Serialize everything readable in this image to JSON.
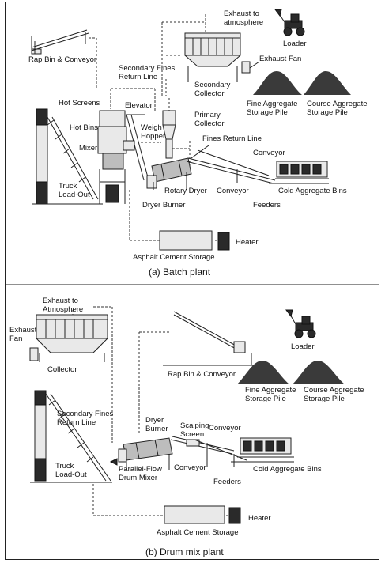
{
  "batch_plant": {
    "caption": "(a) Batch plant",
    "labels": {
      "exhaust_to_atmosphere": [
        "Exhaust to",
        "atmosphere"
      ],
      "loader": "Loader",
      "rap_bin_conveyor": "Rap Bin & Conveyor",
      "exhaust_fan": "Exhaust Fan",
      "secondary_fines_return_line": [
        "Secondary Fines",
        "Return Line"
      ],
      "secondary_collector": [
        "Secondary",
        "Collector"
      ],
      "fine_aggregate_storage_pile": [
        "Fine Aggregate",
        "Storage Pile"
      ],
      "course_aggregate_storage_pile": [
        "Course Aggregate",
        "Storage Pile"
      ],
      "hot_screens": "Hot Screens",
      "elevator": "Elevator",
      "primary_collector": [
        "Primary",
        "Collector"
      ],
      "hot_bins": "Hot Bins",
      "weigh_hopper": [
        "Weigh",
        "Hopper"
      ],
      "fines_return_line": "Fines Return Line",
      "mixer": "Mixer",
      "conveyor_top": "Conveyor",
      "truck_load_out": [
        "Truck",
        "Load-Out"
      ],
      "rotary_dryer": "Rotary Dryer",
      "conveyor_bottom": "Conveyor",
      "cold_aggregate_bins": "Cold Aggregate Bins",
      "dryer_burner": "Dryer Burner",
      "feeders": "Feeders",
      "heater": "Heater",
      "asphalt_cement_storage": "Asphalt Cement Storage"
    }
  },
  "drum_plant": {
    "caption": "(b) Drum mix plant",
    "labels": {
      "exhaust_to_atmosphere": [
        "Exhaust to",
        "Atmosphere"
      ],
      "exhaust_fan": [
        "Exhaust",
        "Fan"
      ],
      "collector": "Collector",
      "loader": "Loader",
      "rap_bin_conveyor": "Rap Bin & Conveyor",
      "fine_aggregate_storage_pile": [
        "Fine Aggregate",
        "Storage Pile"
      ],
      "course_aggregate_storage_pile": [
        "Course Aggregate",
        "Storage Pile"
      ],
      "secondary_fines_return_line": [
        "Secondary Fines",
        "Return Line"
      ],
      "dryer_burner": [
        "Dryer",
        "Burner"
      ],
      "scalping_screen": [
        "Scalping",
        "Screen"
      ],
      "conveyor_top": "Conveyor",
      "truck_load_out": [
        "Truck",
        "Load-Out"
      ],
      "parallel_flow_drum_mixer": [
        "Parallel-Flow",
        "Drum Mixer"
      ],
      "conveyor_bottom": "Conveyor",
      "cold_aggregate_bins": "Cold Aggregate Bins",
      "feeders": "Feeders",
      "heater": "Heater",
      "asphalt_cement_storage": "Asphalt Cement Storage"
    }
  }
}
